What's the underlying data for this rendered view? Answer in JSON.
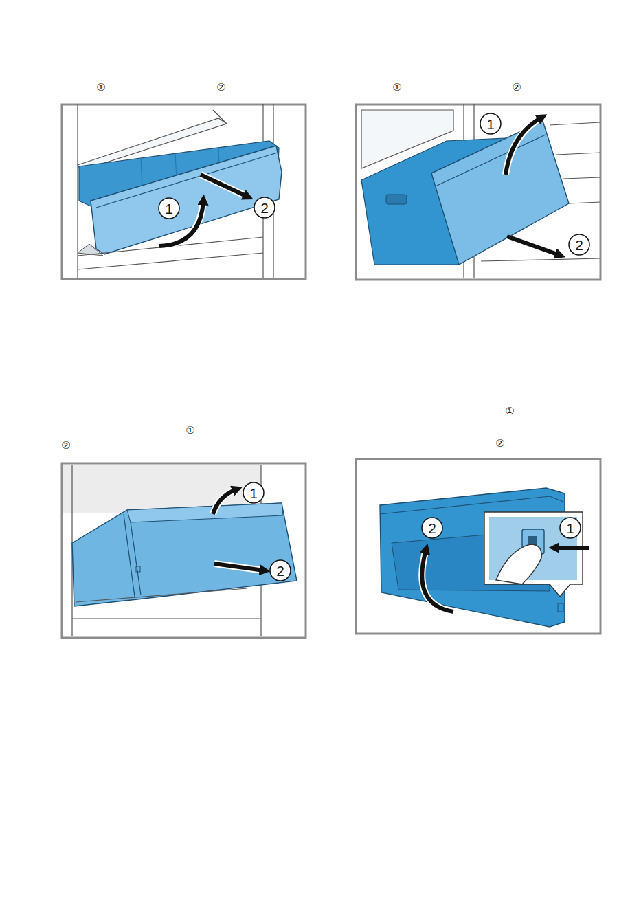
{
  "diagram": {
    "labels": [
      "①",
      "②",
      "①",
      "②",
      "1",
      "2",
      "1",
      "2",
      "①",
      "②",
      "①",
      "②",
      "1",
      "2",
      "2",
      "1"
    ]
  }
}
